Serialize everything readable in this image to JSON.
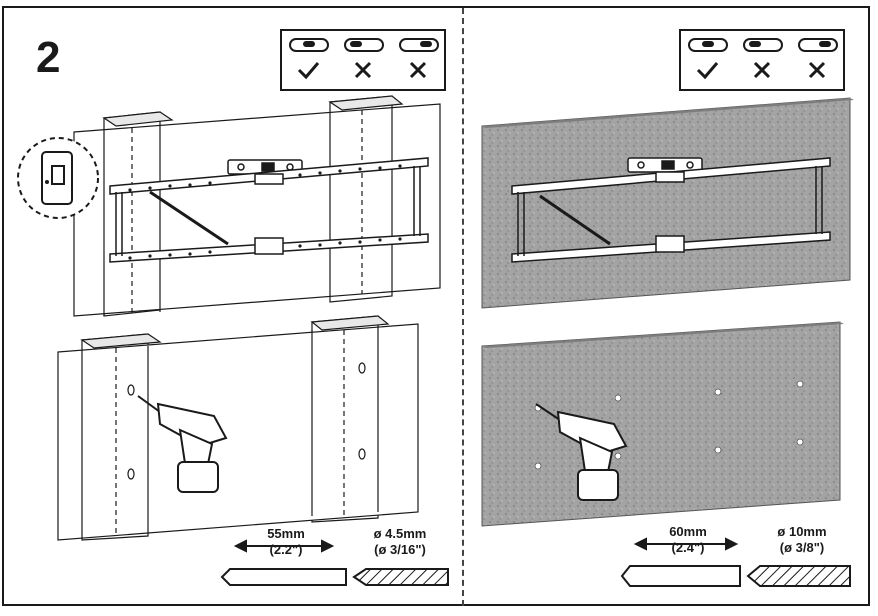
{
  "step_number": "2",
  "left": {
    "depth_mm": "55mm",
    "depth_in": "(2.2\")",
    "drill_mm": "ø 4.5mm",
    "drill_in": "(ø 3/16\")"
  },
  "right": {
    "depth_mm": "60mm",
    "depth_in": "(2.4\")",
    "drill_mm": "ø 10mm",
    "drill_in": "(ø 3/8\")"
  },
  "colors": {
    "line": "#1a1a1a",
    "concrete": "#9a9a9a",
    "concrete_dark": "#7d7d7d",
    "wood": "#ffffff"
  }
}
